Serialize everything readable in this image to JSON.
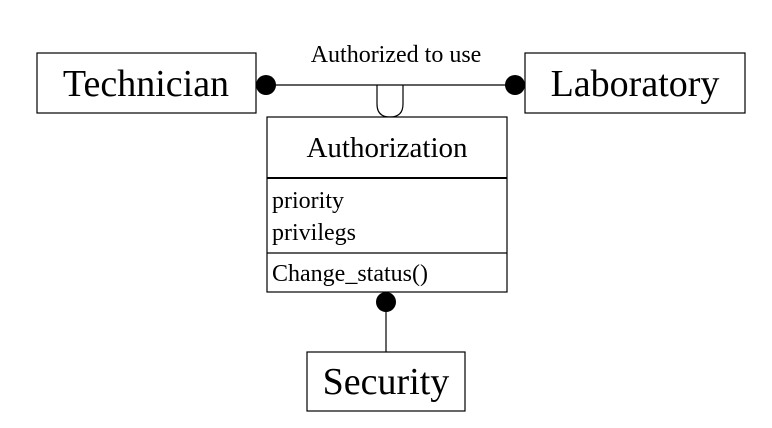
{
  "classes": {
    "technician": {
      "name": "Technician"
    },
    "laboratory": {
      "name": "Laboratory"
    },
    "authorization": {
      "name": "Authorization",
      "attributes": [
        "priority",
        "privilegs"
      ],
      "operations": [
        "Change_status()"
      ]
    },
    "security": {
      "name": "Security"
    }
  },
  "associations": {
    "authorized_to_use": {
      "label": "Authorized to use"
    }
  }
}
